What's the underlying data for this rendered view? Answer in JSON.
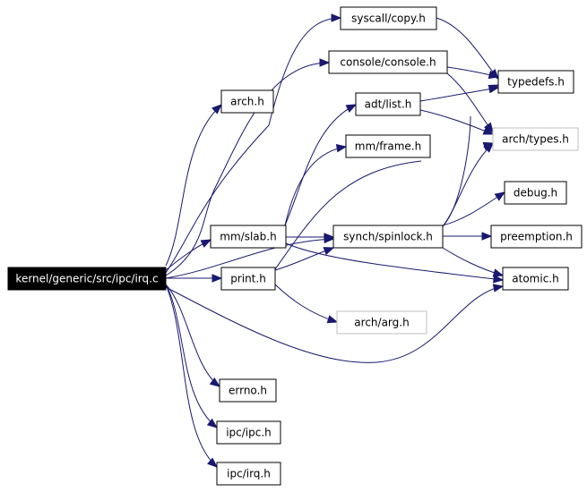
{
  "diagram": {
    "colors": {
      "edge": "#191970",
      "root_fill": "#000000",
      "root_text": "#ffffff",
      "node_border": "#000000",
      "undocumented_border": "#bfbfbf"
    },
    "nodes": [
      {
        "id": "irq_c",
        "label": "kernel/generic/src/ipc/irq.c",
        "style": "root"
      },
      {
        "id": "syscall_copy",
        "label": "syscall/copy.h"
      },
      {
        "id": "console",
        "label": "console/console.h"
      },
      {
        "id": "typedefs",
        "label": "typedefs.h"
      },
      {
        "id": "arch_h",
        "label": "arch.h"
      },
      {
        "id": "adt_list",
        "label": "adt/list.h"
      },
      {
        "id": "arch_types",
        "label": "arch/types.h",
        "style": "grey"
      },
      {
        "id": "mm_frame",
        "label": "mm/frame.h"
      },
      {
        "id": "debug",
        "label": "debug.h"
      },
      {
        "id": "mm_slab",
        "label": "mm/slab.h"
      },
      {
        "id": "spinlock",
        "label": "synch/spinlock.h"
      },
      {
        "id": "preemption",
        "label": "preemption.h"
      },
      {
        "id": "print_h",
        "label": "print.h"
      },
      {
        "id": "atomic",
        "label": "atomic.h"
      },
      {
        "id": "arch_arg",
        "label": "arch/arg.h",
        "style": "grey"
      },
      {
        "id": "errno",
        "label": "errno.h"
      },
      {
        "id": "ipc_ipc",
        "label": "ipc/ipc.h"
      },
      {
        "id": "ipc_irq",
        "label": "ipc/irq.h"
      }
    ],
    "edges": [
      {
        "from": "irq_c",
        "to": "arch_h"
      },
      {
        "from": "irq_c",
        "to": "mm_slab"
      },
      {
        "from": "irq_c",
        "to": "errno"
      },
      {
        "from": "irq_c",
        "to": "ipc_ipc"
      },
      {
        "from": "irq_c",
        "to": "ipc_irq"
      },
      {
        "from": "irq_c",
        "to": "spinlock"
      },
      {
        "from": "irq_c",
        "to": "console"
      },
      {
        "from": "irq_c",
        "to": "print_h"
      },
      {
        "from": "irq_c",
        "to": "syscall_copy"
      },
      {
        "from": "irq_c",
        "to": "atomic"
      },
      {
        "from": "mm_slab",
        "to": "adt_list"
      },
      {
        "from": "mm_slab",
        "to": "mm_frame"
      },
      {
        "from": "mm_slab",
        "to": "spinlock"
      },
      {
        "from": "mm_slab",
        "to": "atomic"
      },
      {
        "from": "spinlock",
        "to": "typedefs"
      },
      {
        "from": "spinlock",
        "to": "arch_types"
      },
      {
        "from": "spinlock",
        "to": "debug"
      },
      {
        "from": "spinlock",
        "to": "preemption"
      },
      {
        "from": "spinlock",
        "to": "atomic"
      },
      {
        "from": "print_h",
        "to": "spinlock"
      },
      {
        "from": "print_h",
        "to": "arch_arg"
      },
      {
        "from": "print_h",
        "to": "arch_types"
      },
      {
        "from": "adt_list",
        "to": "typedefs"
      },
      {
        "from": "adt_list",
        "to": "arch_types"
      },
      {
        "from": "syscall_copy",
        "to": "typedefs"
      },
      {
        "from": "console",
        "to": "typedefs"
      },
      {
        "from": "console",
        "to": "arch_types"
      }
    ]
  }
}
